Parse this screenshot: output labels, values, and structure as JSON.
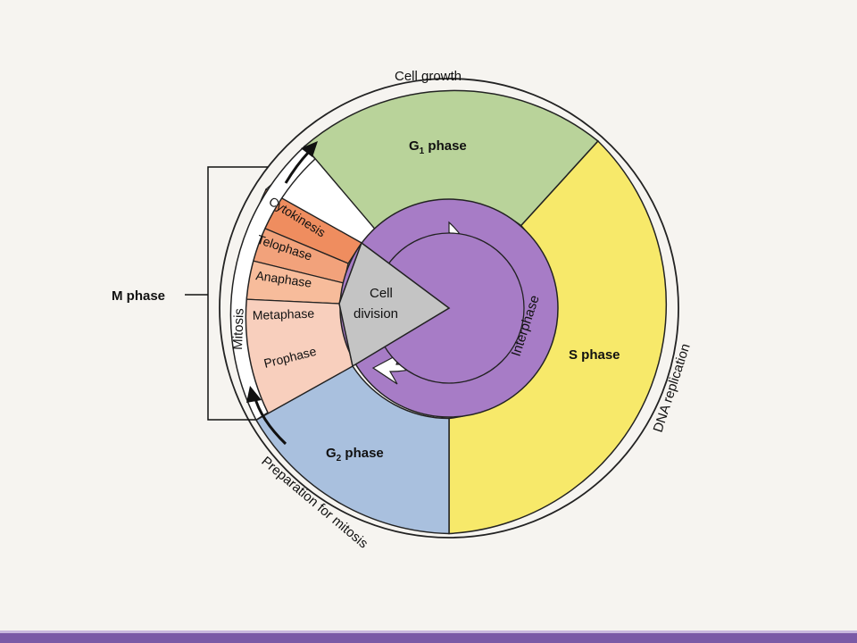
{
  "diagram": {
    "phases": {
      "g1": {
        "label": "G",
        "sub": "1",
        "suffix": " phase",
        "caption": "Cell growth"
      },
      "s": {
        "label": "S phase",
        "caption": "DNA replication"
      },
      "g2": {
        "label": "G",
        "sub": "2",
        "suffix": " phase",
        "caption": "Preparation for mitosis"
      },
      "m": {
        "label": "M phase"
      }
    },
    "interphase": "Interphase",
    "mitosis": "Mitosis",
    "cell_division": [
      "Cell",
      "division"
    ],
    "mitosis_stages": [
      "Cytokinesis",
      "Telophase",
      "Anaphase",
      "Metaphase",
      "Prophase"
    ],
    "colors": {
      "g1": "#b9d39a",
      "s": "#f7e96a",
      "g2": "#a9c0de",
      "ring": "#a77cc6",
      "core": "#a77cc6",
      "division": "#c4c4c4",
      "cytokinesis": "#ffffff",
      "telophase": "#ef8d5f",
      "anaphase": "#f2a27b",
      "metaphase": "#f7bc9b",
      "prophase": "#f8cfbd"
    }
  }
}
